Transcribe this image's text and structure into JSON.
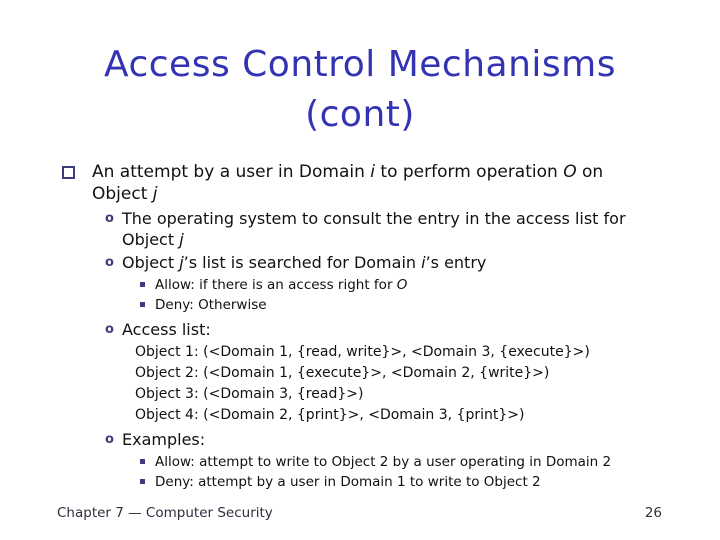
{
  "title": {
    "line1": "Access Control Mechanisms",
    "line2": "(cont)"
  },
  "colors": {
    "background": "#ffffff",
    "title": "#3333b3",
    "marker": "#3d3d7d",
    "text": "#111111",
    "footer": "#2e2e3e"
  },
  "outline": [
    {
      "level": 1,
      "marker": "open-square-bullet-icon",
      "runs": [
        {
          "t": "An attempt by a user in Domain "
        },
        {
          "t": "i",
          "i": true
        },
        {
          "t": " to perform operation "
        },
        {
          "t": "O",
          "i": true
        },
        {
          "t": " on"
        },
        {
          "br": true
        },
        {
          "t": "Object "
        },
        {
          "t": "j",
          "i": true
        }
      ]
    },
    {
      "level": 2,
      "marker": "o-bullet-icon",
      "runs": [
        {
          "t": "The operating system to consult the entry in the access list for"
        },
        {
          "br": true
        },
        {
          "t": "Object "
        },
        {
          "t": "j",
          "i": true
        }
      ]
    },
    {
      "level": 2,
      "marker": "o-bullet-icon",
      "runs": [
        {
          "t": "Object "
        },
        {
          "t": "j",
          "i": true
        },
        {
          "t": "’s list is searched for Domain "
        },
        {
          "t": "i",
          "i": true
        },
        {
          "t": "’s entry"
        }
      ]
    },
    {
      "level": 3,
      "marker": "filled-square-bullet-icon",
      "runs": [
        {
          "t": "Allow: if there is an access right for "
        },
        {
          "t": "O",
          "i": true
        }
      ]
    },
    {
      "level": 3,
      "marker": "filled-square-bullet-icon",
      "runs": [
        {
          "t": "Deny: Otherwise"
        }
      ]
    },
    {
      "level": 2,
      "marker": "o-bullet-icon",
      "runs": [
        {
          "t": "Access list:"
        }
      ]
    },
    {
      "level": "plain",
      "marker": "none",
      "runs": [
        {
          "t": "Object 1: (<Domain 1, {read, write}>, <Domain 3, {execute}>)"
        }
      ]
    },
    {
      "level": "plain",
      "marker": "none",
      "runs": [
        {
          "t": "Object 2: (<Domain 1, {execute}>, <Domain 2, {write}>)"
        }
      ]
    },
    {
      "level": "plain",
      "marker": "none",
      "runs": [
        {
          "t": "Object 3: (<Domain 3, {read}>)"
        }
      ]
    },
    {
      "level": "plain",
      "marker": "none",
      "runs": [
        {
          "t": "Object 4: (<Domain 2, {print}>, <Domain 3, {print}>)"
        }
      ]
    },
    {
      "level": 2,
      "marker": "o-bullet-icon",
      "runs": [
        {
          "t": "Examples:"
        }
      ]
    },
    {
      "level": 3,
      "marker": "filled-square-bullet-icon",
      "runs": [
        {
          "t": "Allow: attempt to write to Object 2 by a user operating in Domain 2"
        }
      ]
    },
    {
      "level": 3,
      "marker": "filled-square-bullet-icon",
      "runs": [
        {
          "t": "Deny: attempt by a user in Domain 1 to write to Object 2"
        }
      ]
    }
  ],
  "footer": {
    "chapter": "Chapter 7 — Computer Security",
    "page_number": "26"
  }
}
